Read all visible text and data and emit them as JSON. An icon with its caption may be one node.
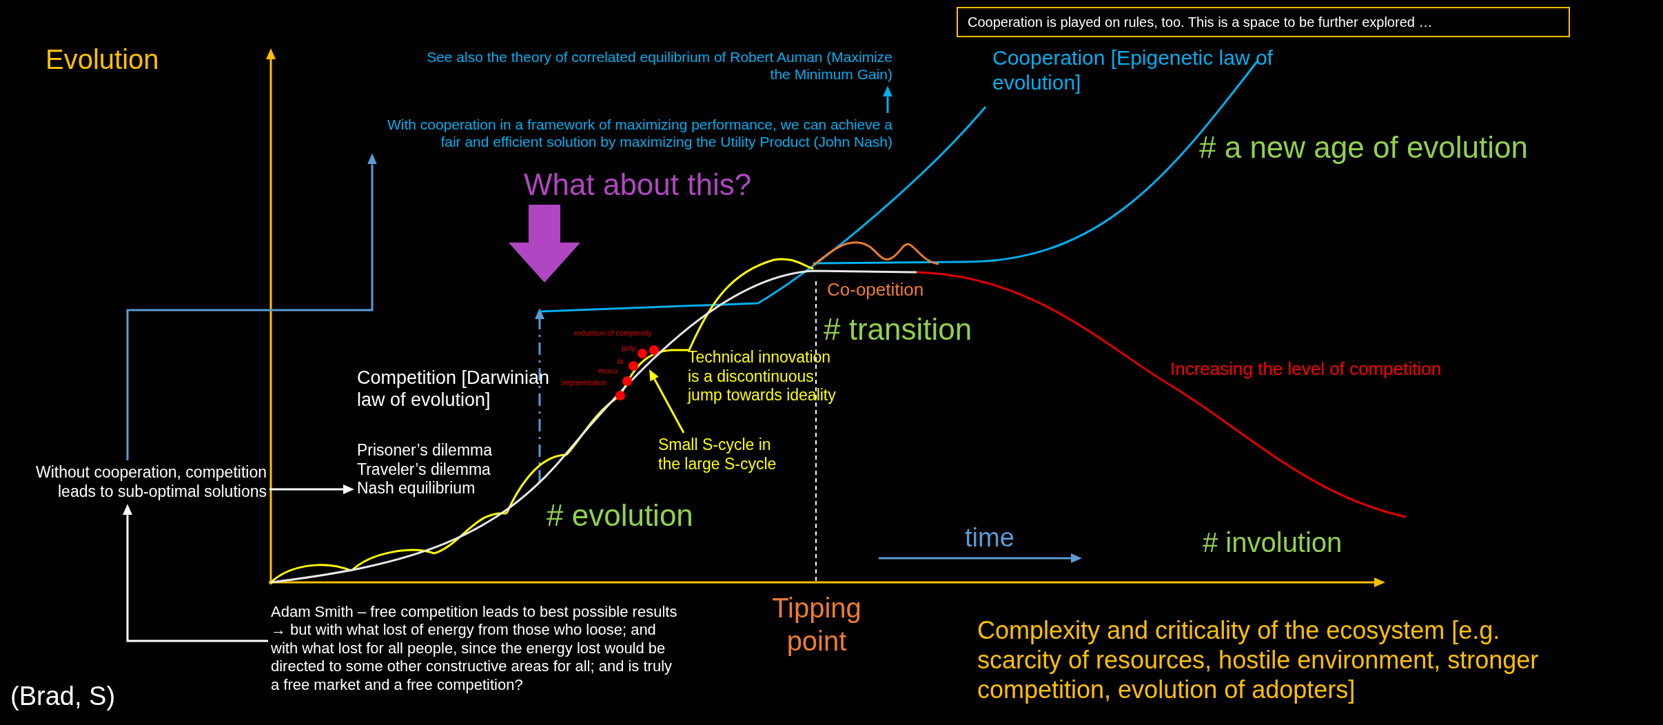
{
  "diagram": {
    "nodes": [
      {
        "text": [
          "Cooperation is played on rules, too. This is a space to be further explored …"
        ]
      },
      {
        "text": [
          "See also the theory of correlated equilibrium of Robert Auman (Maximize the Minimum Gain)"
        ]
      },
      {
        "text": [
          "With cooperation in a framework of maximizing performance, we can achieve a fair and efficient solution by maximizing the Utility Product (John Nash)"
        ]
      },
      {
        "text": [
          "What about this?"
        ]
      },
      {
        "text": [
          "Without cooperation, competition leads to sub-optimal solutions"
        ]
      },
      {
        "text": [
          "Prisoner’s dilemma",
          "Traveler’s dilemma",
          "Nash equilibrium"
        ]
      },
      {
        "text": [
          "Adam Smith – free competition leads to best possible results → but with what lost of energy from those who loose; and with what lost for all people, since the energy lost would be directed to some other constructive areas for all; and is truly a free market and a free competition?"
        ]
      },
      {
        "text": [
          "Small S-cycle in the large S-cycle"
        ]
      }
    ],
    "edges": [
      {
        "from": 6,
        "to": 4,
        "arrow": "to"
      },
      {
        "from": 4,
        "to": 2,
        "arrow": "to",
        "color": "#5b9bd5"
      },
      {
        "from": 2,
        "to": 1,
        "arrow": "to",
        "color": "#00b0f0"
      },
      {
        "from": 4,
        "to": 5,
        "arrow": "to"
      },
      {
        "from": 7,
        "to": null,
        "arrow": "to",
        "color": "#ffff00"
      }
    ],
    "labels": [
      "Evolution",
      "Cooperation [Epigenetic law of evolution]",
      "# a new age of evolution",
      "Co-opetition",
      "# transition",
      "reduction of complexity",
      "poly",
      "bi",
      "mono",
      "segmentation",
      "Technical innovation is a discontinuous jump towards ideality",
      "Increasing the level of competition",
      "Competition [Darwinian law of evolution]",
      "# evolution",
      "time",
      "# involution",
      "Tipping point",
      "Complexity and criticality of the ecosystem [e.g. scarcity of resources, hostile environment, stronger competition, evolution of adopters]",
      "(Brad, S)"
    ]
  }
}
